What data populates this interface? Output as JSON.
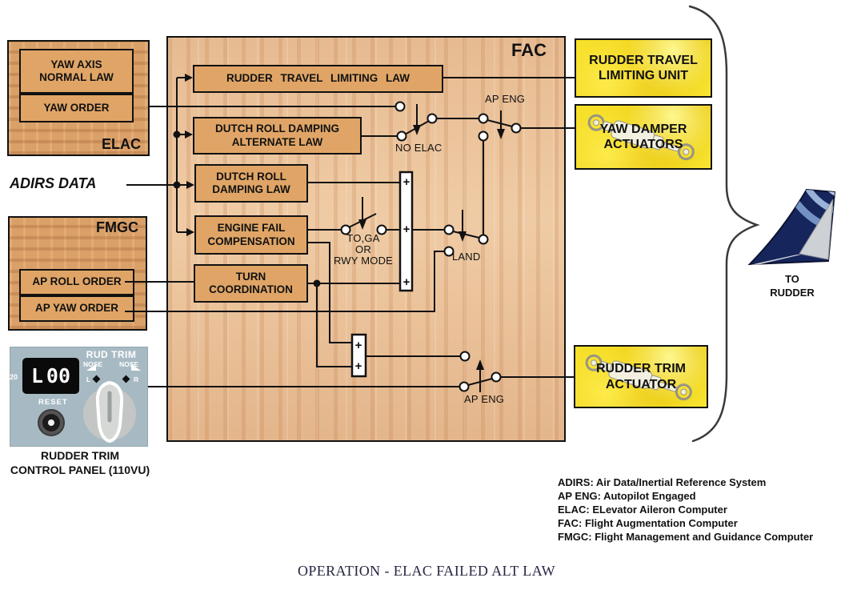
{
  "title": "OPERATION - ELAC FAILED ALT LAW",
  "adirs_data": "ADIRS DATA",
  "elac": {
    "label": "ELAC",
    "yaw_axis_normal_law": "YAW AXIS\nNORMAL LAW",
    "yaw_order": "YAW ORDER"
  },
  "fmgc": {
    "label": "FMGC",
    "ap_roll_order": "AP ROLL ORDER",
    "ap_yaw_order": "AP YAW ORDER"
  },
  "fac": {
    "label": "FAC",
    "rudder_travel_limiting_law": "RUDDER TRAVEL LIMITING LAW",
    "dutch_roll_damping_alternate_law": "DUTCH ROLL DAMPING\nALTERNATE LAW",
    "dutch_roll_damping_law": "DUTCH ROLL\nDAMPING LAW",
    "engine_fail_compensation": "ENGINE FAIL\nCOMPENSATION",
    "turn_coordination": "TURN\nCOORDINATION",
    "plus": "+",
    "switches": {
      "no_elac": "NO ELAC",
      "ap_eng_top": "AP ENG",
      "toga_rwy": "TO,GA\nOR\nRWY MODE",
      "land": "LAND",
      "ap_eng_bottom": "AP ENG"
    }
  },
  "outputs": {
    "rudder_travel_limiting_unit": "RUDDER TRAVEL\nLIMITING UNIT",
    "yaw_damper_actuators": "YAW DAMPER\nACTUATORS",
    "rudder_trim_actuator": "RUDDER TRIM\nACTUATOR"
  },
  "trim_panel": {
    "rud_trim": "RUD TRIM",
    "nose_left": "NOSE",
    "nose_right": "NOSE",
    "l": "L",
    "r": "R",
    "scale_20": "20",
    "display_letter": "L",
    "display_value": "00",
    "reset": "RESET",
    "caption": "RUDDER TRIM\nCONTROL PANEL (110VU)"
  },
  "to_rudder": "TO\nRUDDER",
  "legend": {
    "lines": [
      "ADIRS: Air Data/Inertial Reference System",
      "AP ENG: Autopilot Engaged",
      "ELAC: ELevator Aileron Computer",
      "FAC: Flight Augmentation Computer",
      "FMGC: Flight Management and Guidance Computer"
    ]
  },
  "colors": {
    "law_box_fill": "#e0a566",
    "fac_texture_base": "#eec9a2",
    "computer_texture_base": "#d9a068",
    "output_box_yellow": "#f0d418",
    "panel_bg": "#a7bac3",
    "wire": "#111111",
    "fin_navy": "#16265c",
    "title_text": "#262643"
  }
}
